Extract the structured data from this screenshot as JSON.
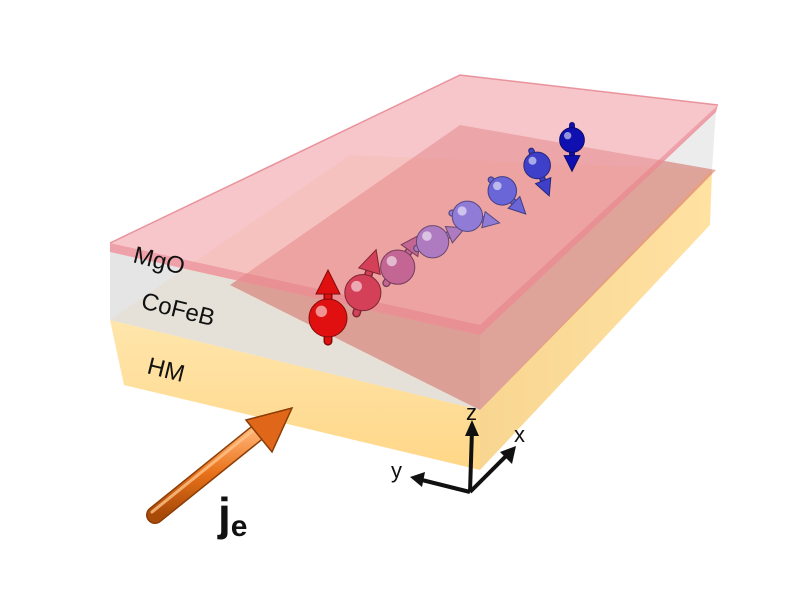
{
  "labels": {
    "layer_top": "MgO",
    "layer_middle": "CoFeB",
    "layer_bottom": "HM",
    "current": "j",
    "current_subscript": "e",
    "axis_z": "z",
    "axis_x": "x",
    "axis_y": "y"
  },
  "colors": {
    "mgo": "#f0a0a8",
    "cofeb": "#d6d6d6",
    "hm": "#ffd98a",
    "current_arrow": "#e8711a",
    "spin_start": "#e01010",
    "spin_end": "#1010b0"
  },
  "spins": {
    "count": 8,
    "polar_angles_deg": [
      0,
      20,
      40,
      70,
      100,
      130,
      155,
      180
    ]
  }
}
